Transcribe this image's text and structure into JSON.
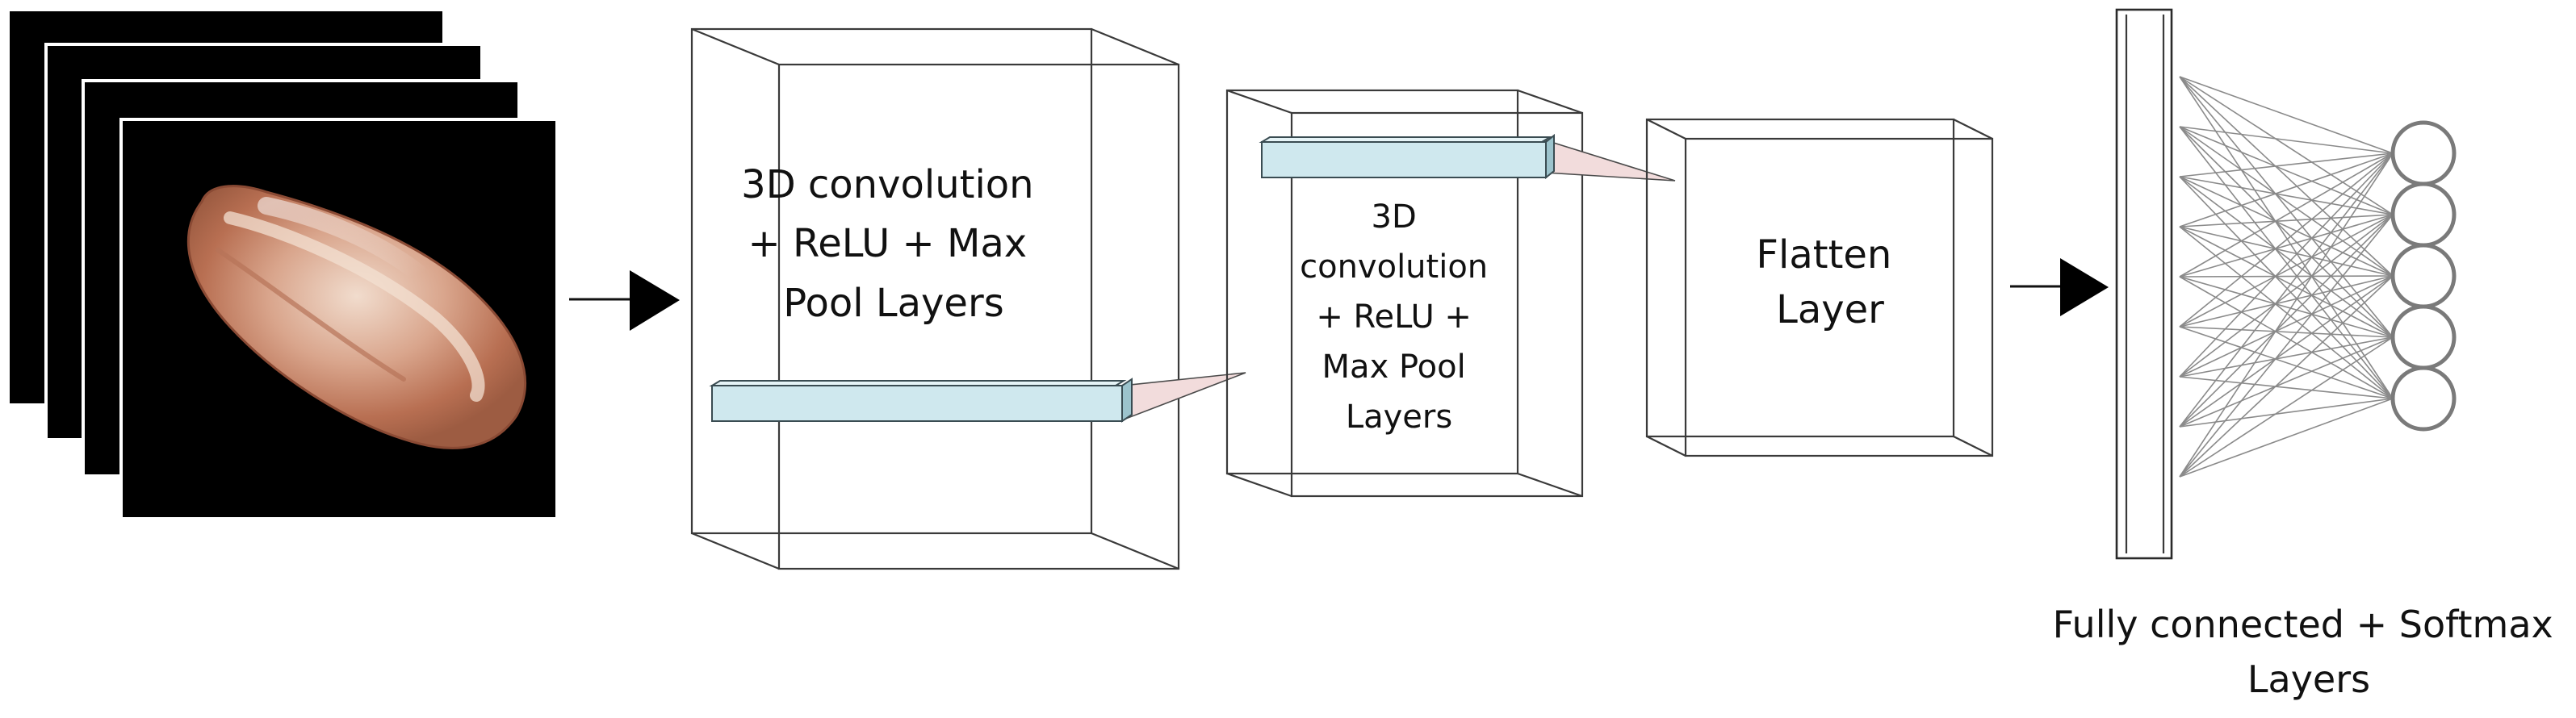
{
  "labels": {
    "conv_block_1": [
      "3D convolution",
      "+ ReLU + Max",
      "Pool Layers"
    ],
    "conv_block_2": [
      "3D",
      "convolution",
      "+ ReLU +",
      "Max Pool",
      "Layers"
    ],
    "flatten": [
      "Flatten",
      "Layer"
    ],
    "fully_connected": [
      "Fully connected + Softmax",
      "Layers"
    ]
  },
  "input_frames": {
    "count": 4,
    "background_color": "#000000",
    "grain_color": "#c4806a"
  },
  "output_neurons": {
    "count": 5
  },
  "colors": {
    "slab": "#cfe8ee",
    "projection": "#f2dcdc",
    "edges": "#3a3a3a"
  }
}
